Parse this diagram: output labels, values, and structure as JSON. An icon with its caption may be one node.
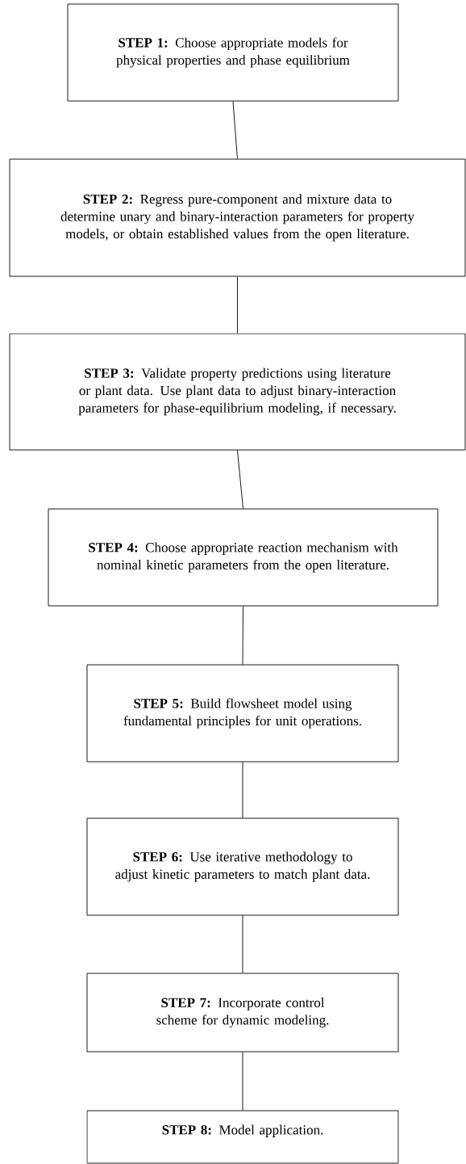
{
  "diagram": {
    "nodes": [
      {
        "text": [
          "**STEP 1:** Choose appropriate models for physical properties and phase equilibrium"
        ]
      },
      {
        "text": [
          "**STEP 2:** Regress pure-component and mixture data to determine unary and binary-interaction parameters for property models, or obtain established values from the open literature."
        ]
      },
      {
        "text": [
          "**STEP 3:** Validate property predictions using literature or plant data.  Use plant data to adjust binary-interaction parameters for phase-equilibrium modeling, if necessary."
        ]
      },
      {
        "text": [
          "**STEP 4:** Choose appropriate reaction mechanism with nominal kinetic parameters from the open literature."
        ]
      },
      {
        "text": [
          "**STEP 5:** Build flowsheet model using fundamental principles for unit operations."
        ]
      },
      {
        "text": [
          "**STEP 6:** Use iterative methodology to adjust kinetic parameters to match plant data."
        ]
      },
      {
        "text": [
          "**STEP 7:** Incorporate control scheme for dynamic modeling."
        ]
      },
      {
        "text": [
          "**STEP 8:** Model application."
        ]
      }
    ],
    "edges": [
      {
        "from": 0,
        "to": 1,
        "arrow": "none"
      },
      {
        "from": 1,
        "to": 2,
        "arrow": "none"
      },
      {
        "from": 2,
        "to": 3,
        "arrow": "none"
      },
      {
        "from": 3,
        "to": 4,
        "arrow": "none"
      },
      {
        "from": 4,
        "to": 5,
        "arrow": "none"
      },
      {
        "from": 5,
        "to": 6,
        "arrow": "none"
      },
      {
        "from": 6,
        "to": 7,
        "arrow": "none"
      }
    ]
  }
}
